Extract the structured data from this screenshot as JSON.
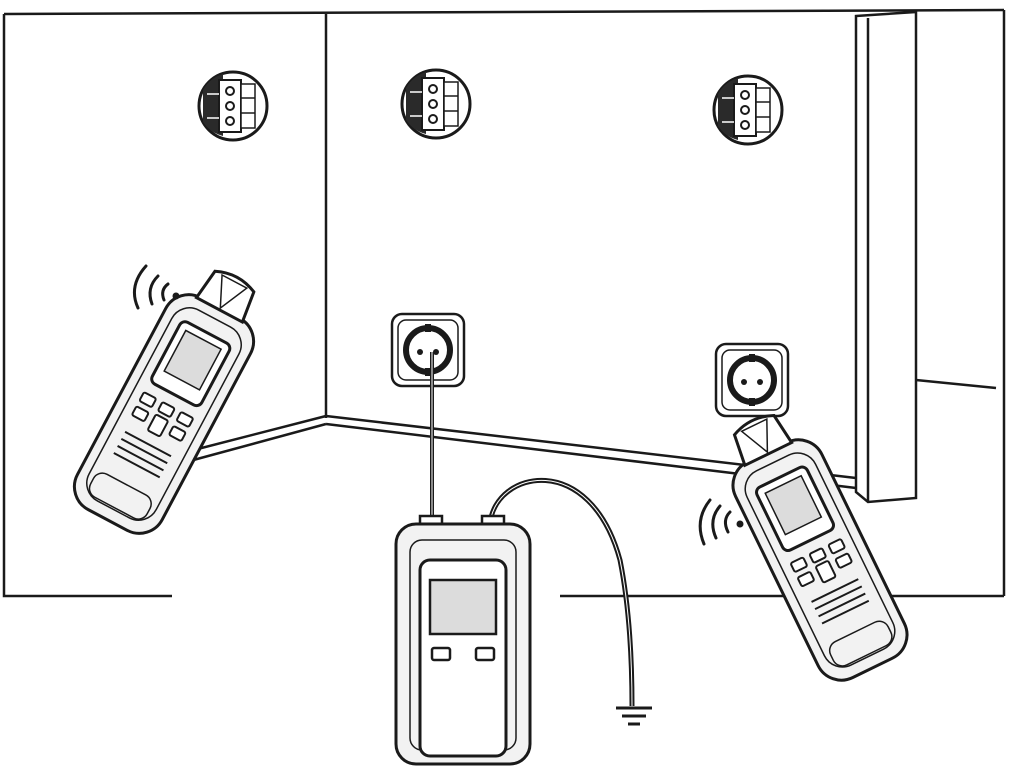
{
  "diagram": {
    "description_hidden": "",
    "colors": {
      "ink": "#1a1a1a",
      "panel_fill": "#f2f2f2",
      "screen_fill": "#dcdcdc",
      "box_fill": "#ffffff"
    },
    "nodes": [
      {
        "id": "junction-box-left",
        "icon": "junction-box-icon"
      },
      {
        "id": "junction-box-middle",
        "icon": "junction-box-icon"
      },
      {
        "id": "junction-box-right",
        "icon": "junction-box-icon"
      },
      {
        "id": "socket-connected",
        "icon": "power-socket-icon"
      },
      {
        "id": "socket-right",
        "icon": "power-socket-icon"
      },
      {
        "id": "transmitter",
        "icon": "transmitter-device-icon"
      },
      {
        "id": "receiver-left",
        "icon": "receiver-probe-icon",
        "signal": "signal-waves-icon"
      },
      {
        "id": "receiver-right",
        "icon": "receiver-probe-icon",
        "signal": "signal-waves-icon"
      },
      {
        "id": "ground",
        "icon": "ground-symbol-icon"
      }
    ],
    "edges": [
      {
        "from": "transmitter",
        "to": "socket-connected",
        "kind": "test-lead"
      },
      {
        "from": "transmitter",
        "to": "ground",
        "kind": "ground-lead"
      }
    ]
  }
}
